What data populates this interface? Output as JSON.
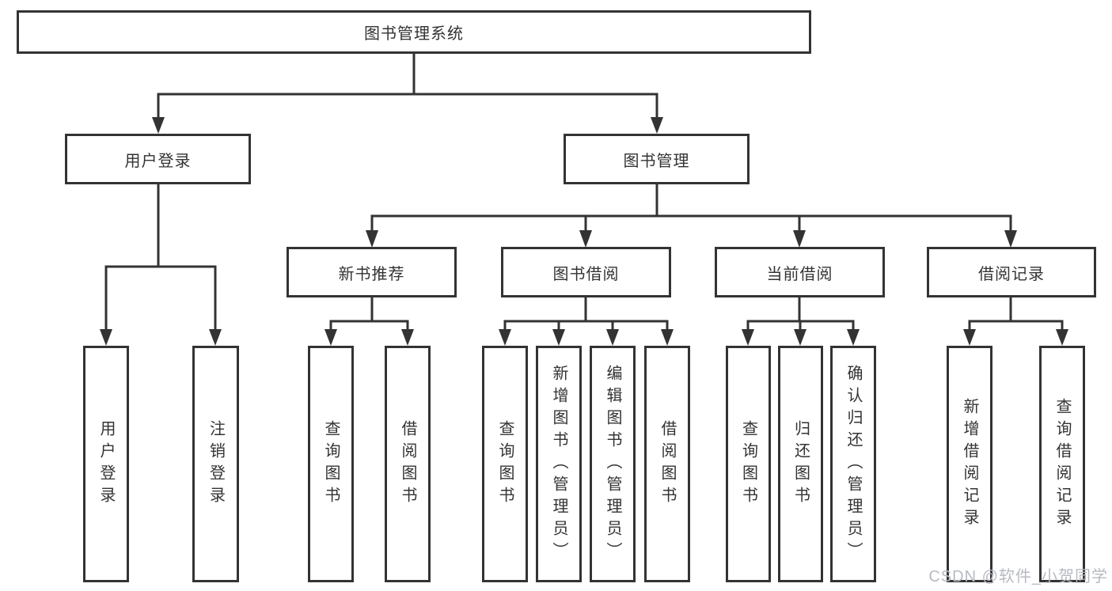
{
  "tree": {
    "root": "图书管理系统",
    "branches": [
      {
        "label": "用户登录",
        "children": [
          "用户登录",
          "注销登录"
        ]
      },
      {
        "label": "图书管理",
        "children": [
          {
            "label": "新书推荐",
            "children": [
              "查询图书",
              "借阅图书"
            ]
          },
          {
            "label": "图书借阅",
            "children": [
              "查询图书",
              "新增图书（管理员）",
              "编辑图书（管理员）",
              "借阅图书"
            ]
          },
          {
            "label": "当前借阅",
            "children": [
              "查询图书",
              "归还图书",
              "确认归还（管理员）"
            ]
          },
          {
            "label": "借阅记录",
            "children": [
              "新增借阅记录",
              "查询借阅记录"
            ]
          }
        ]
      }
    ]
  },
  "watermark": "CSDN @软件_小贺同学",
  "colors": {
    "line": "#333333",
    "text": "#333333",
    "watermark": "#b7bac2",
    "background": "#ffffff"
  }
}
